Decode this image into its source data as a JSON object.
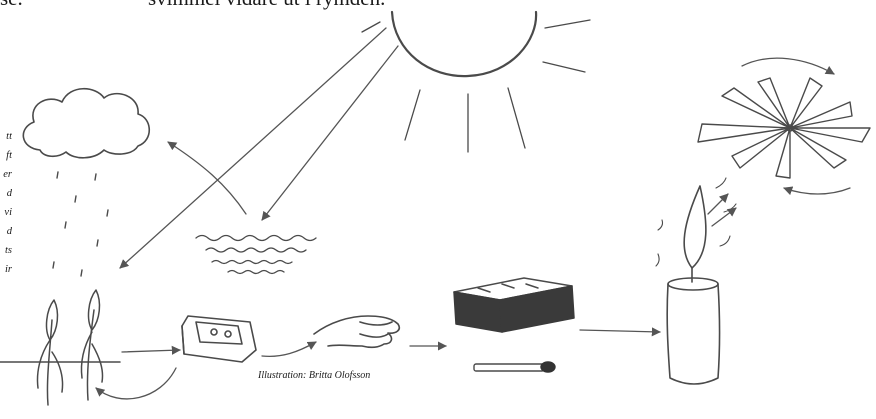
{
  "text": {
    "top_left_fragment": "se.",
    "top_center_fragment": "svimmel vidare ut i rymden.",
    "side_lines": [
      "tt",
      "ft",
      "er",
      "d",
      "vi",
      "d",
      "ts",
      "ir"
    ],
    "caption": "Illustration: Britta Olofsson"
  },
  "colors": {
    "ink": "#4a4a4a",
    "dark_fill": "#3a3a3a",
    "match_head": "#333333"
  },
  "figures": [
    "sun-icon",
    "rain-cloud-icon",
    "water-waves-icon",
    "wheat-plants-icon",
    "food-package-icon",
    "hand-icon",
    "matchbox-icon",
    "matchstick-icon",
    "candle-icon",
    "pinwheel-icon"
  ]
}
